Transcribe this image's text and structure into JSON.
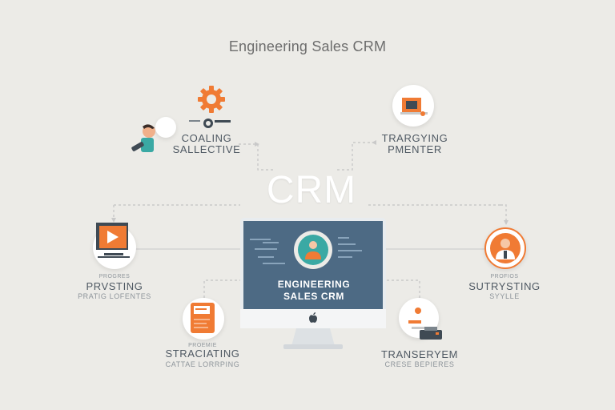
{
  "title": "Engineering Sales CRM",
  "hub": {
    "label": "CRM"
  },
  "screen": {
    "line1": "ENGINEERING",
    "line2": "SALES CRM"
  },
  "nodes": {
    "top_left": {
      "title": "COALING",
      "subtitle": "SALLECTIVE"
    },
    "top_right": {
      "title": "TRARGYING",
      "subtitle": "PMENTER"
    },
    "middle_left": {
      "pre": "PROGRES",
      "title": "PRVSTING",
      "subtitle": "PRATIG LOFENTES"
    },
    "middle_right": {
      "pre": "PROFIOS",
      "title": "SUTRYSTING",
      "subtitle": "SYYLLE"
    },
    "bottom_left": {
      "pre": "PROEMIE",
      "title": "STRACIATING",
      "subtitle": "CATTAE LORRPING"
    },
    "bottom_right": {
      "pre": "",
      "title": "TRANSERYEM",
      "subtitle": "CRESE BEPIERES"
    }
  },
  "colors": {
    "background": "#ecebe7",
    "accent_orange": "#f07b34",
    "screen_blue": "#4d6a84",
    "teal": "#3aa9a4",
    "connector": "#c9c9c9"
  },
  "icons": [
    "gear-icon",
    "person-icon",
    "briefcase-icon",
    "video-play-icon",
    "avatar-icon",
    "document-icon",
    "printer-icon",
    "apple-logo-icon"
  ]
}
